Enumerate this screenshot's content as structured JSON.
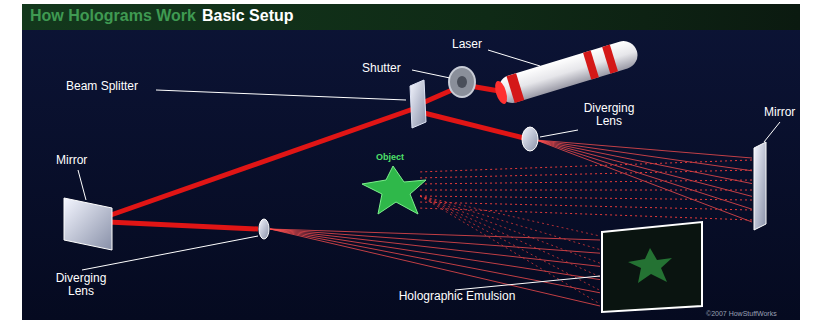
{
  "diagram": {
    "title": "How Holograms Work",
    "labels": [
      "Basic Setup",
      "Laser",
      "Shutter",
      "Beam Splitter",
      "Diverging Lens",
      "Mirror",
      "Mirror",
      "Object",
      "Diverging Lens",
      "Holographic Emulsion",
      "©2007 HowStuffWorks"
    ]
  }
}
